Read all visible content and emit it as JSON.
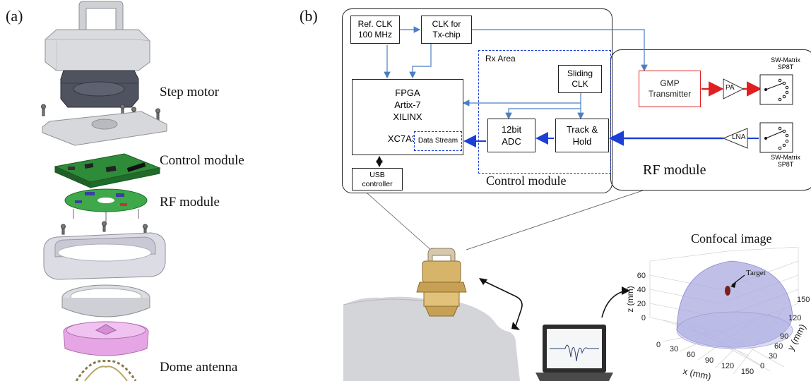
{
  "panel_a": {
    "tag": "(a)",
    "parts": {
      "step_motor": "Step motor",
      "control_module": "Control module",
      "rf_module": "RF module",
      "dome_antenna": "Dome antenna"
    }
  },
  "panel_b": {
    "tag": "(b)",
    "control_box": {
      "ref_clk": [
        "Ref. CLK",
        "100 MHz"
      ],
      "clk_tx": [
        "CLK for",
        "Tx-chip"
      ],
      "fpga": [
        "FPGA",
        "Artix-7",
        "XILINX",
        "XC7A35T"
      ],
      "data_stream": "Data Stream",
      "usb": [
        "USB",
        "controller"
      ],
      "rx_area": "Rx Area",
      "sliding_clk": [
        "Sliding",
        "CLK"
      ],
      "adc": [
        "12bit",
        "ADC"
      ],
      "track_hold": [
        "Track &",
        "Hold"
      ],
      "title": "Control module"
    },
    "rf_box": {
      "gmp": [
        "GMP",
        "Transmitter"
      ],
      "pa": "PA",
      "lna": "LNA",
      "sw_top": [
        "SW-Matrix",
        "SP8T"
      ],
      "sw_bottom": [
        "SW-Matrix",
        "SP8T"
      ],
      "title": "RF module"
    },
    "confocal": {
      "title": "Confocal image",
      "target": "Target",
      "xlabel": "x (mm)",
      "ylabel": "y (mm)",
      "zlabel": "z (mm)",
      "x_ticks": [
        "0",
        "30",
        "60",
        "90",
        "120",
        "150"
      ],
      "y_ticks": [
        "0",
        "30",
        "60",
        "90",
        "120",
        "150"
      ],
      "z_ticks": [
        "0",
        "20",
        "40",
        "60"
      ]
    }
  },
  "colors": {
    "blue_line": "#4a7fc1",
    "signal_blue": "#1c3fd6",
    "tx_red": "#e02020",
    "dome": "#a9a9e0",
    "pink_dome": "#e6a6e6",
    "pcb_green": "#2e8b3a"
  }
}
